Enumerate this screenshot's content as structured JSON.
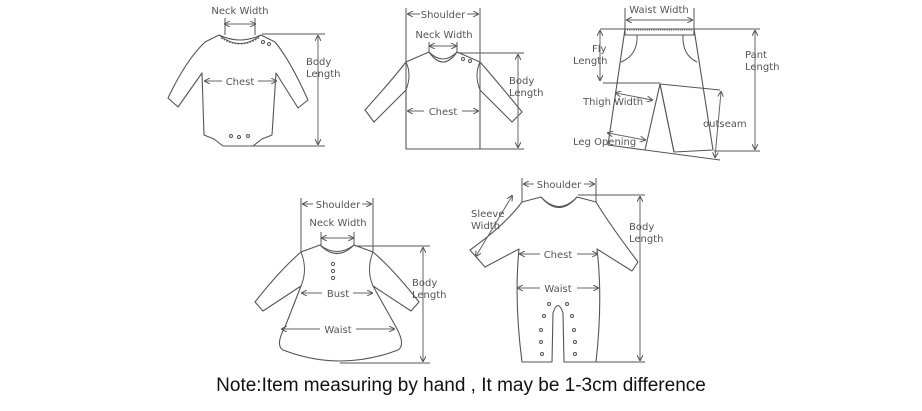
{
  "diagrams": {
    "bodysuit": {
      "neck_width": "Neck Width",
      "chest": "Chest",
      "body": "Body",
      "length": "Length"
    },
    "top": {
      "shoulder": "Shoulder",
      "neck_width": "Neck Width",
      "chest": "Chest",
      "body": "Body",
      "length": "Length"
    },
    "pants": {
      "waist_width": "Waist Width",
      "fly": "Fly",
      "fly_length": "Length",
      "pant": "Pant",
      "pant_length": "Length",
      "thigh_width": "Thigh Width",
      "outseam": "outseam",
      "leg_opening": "Leg Opening"
    },
    "dress": {
      "shoulder": "Shoulder",
      "neck_width": "Neck Width",
      "bust": "Bust",
      "waist": "Waist",
      "body": "Body",
      "length": "Length"
    },
    "romper": {
      "shoulder": "Shoulder",
      "sleeve": "Sleeve",
      "sleeve_width": "Width",
      "chest": "Chest",
      "waist": "Waist",
      "body": "Body",
      "length": "Length"
    }
  },
  "note": "Note:Item measuring by hand , It may be 1-3cm difference",
  "colors": {
    "line": "#555555",
    "text": "#555555",
    "note": "#111111",
    "background": "#ffffff"
  }
}
